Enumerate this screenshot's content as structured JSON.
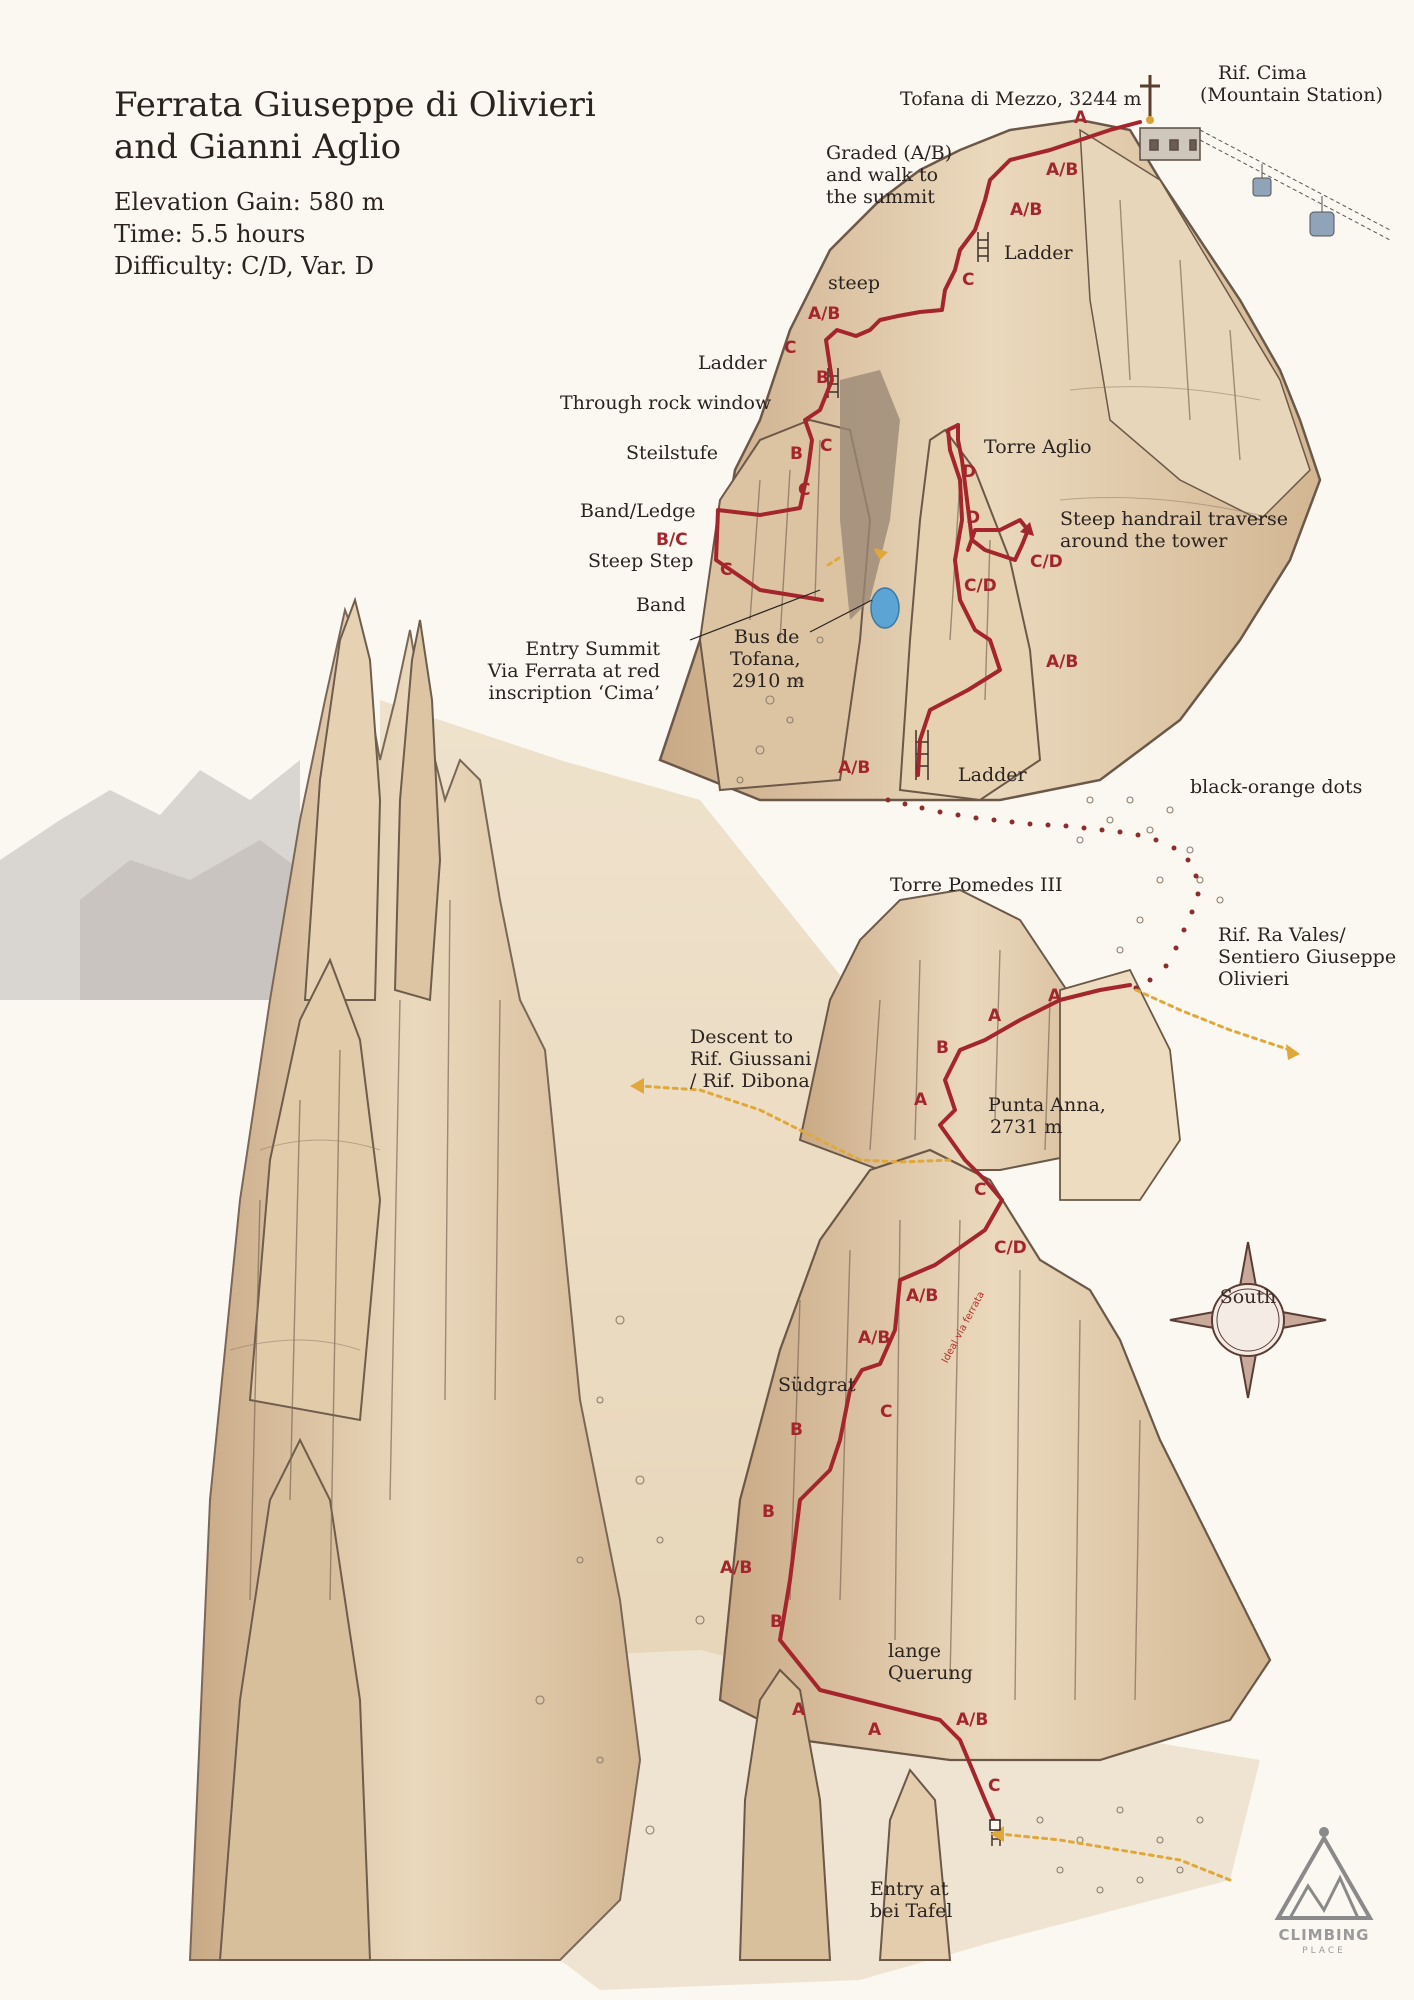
{
  "title": {
    "line1": "Ferrata Giuseppe di Olivieri",
    "line2": "and Gianni Aglio"
  },
  "info": {
    "elevation": "Elevation Gain: 580 m",
    "time": "Time: 5.5 hours",
    "difficulty": "Difficulty: C/D, Var. D"
  },
  "labels": {
    "rif_cima_1": "Rif. Cima",
    "rif_cima_2": "(Mountain Station)",
    "tofana_summit": "Tofana di Mezzo, 3244 m",
    "graded_1": "Graded (A/B)",
    "graded_2": "and walk to",
    "graded_3": "the summit",
    "ladder_top": "Ladder",
    "steep": "steep",
    "ladder_mid": "Ladder",
    "rock_window": "Through rock window",
    "steilstufe": "Steilstufe",
    "band_ledge": "Band/Ledge",
    "steep_step": "Steep Step",
    "band": "Band",
    "torre_aglio": "Torre Aglio",
    "handrail_1": "Steep handrail traverse",
    "handrail_2": "around the tower",
    "entry_summit_1": "Entry Summit",
    "entry_summit_2": "Via Ferrata at red",
    "entry_summit_3": "inscription ‘Cima’",
    "bus_1": "Bus de",
    "bus_2": "Tofana,",
    "bus_3": "2910 m",
    "ladder_low": "Ladder",
    "dots": "black-orange dots",
    "torre_pomedes": "Torre Pomedes III",
    "rif_ra_vales_1": "Rif. Ra Vales/",
    "rif_ra_vales_2": "Sentiero Giuseppe",
    "rif_ra_vales_3": "Olivieri",
    "descent_1": "Descent to",
    "descent_2": "Rif. Giussani",
    "descent_3": "/ Rif. Dibona",
    "punta_anna_1": "Punta Anna,",
    "punta_anna_2": "2731 m",
    "sudgrat": "Südgrat",
    "lange_1": "lange",
    "lange_2": "Querung",
    "entry_1": "Entry at",
    "entry_2": "bei Tafel",
    "rock_note": "Ideal via ferrata"
  },
  "grades": [
    "A",
    "A/B",
    "A/B",
    "C",
    "A/B",
    "C",
    "B",
    "B",
    "C",
    "C",
    "B/C",
    "C",
    "D",
    "D",
    "C/D",
    "C/D",
    "A/B",
    "A/B",
    "A",
    "A",
    "B",
    "A",
    "C",
    "C/D",
    "A/B",
    "A/B",
    "C",
    "B",
    "B",
    "A/B",
    "B",
    "A",
    "A",
    "A/B",
    "C"
  ],
  "compass": {
    "label": "South"
  },
  "logo": {
    "name": "CLIMBING",
    "sub": "PLACE"
  },
  "colors": {
    "route": "#a4262c",
    "trail_dots": "#e0a83a",
    "marked_dots": "#8c2c2c",
    "rock_light": "#ead8bd",
    "rock_mid": "#d4b791",
    "rock_dark": "#7a6757",
    "background": "#fbf8f1"
  },
  "icons": [
    "summit-cross-icon",
    "cable-car-icon",
    "compass-rose-icon",
    "climbing-place-logo-icon",
    "lake-icon",
    "ladder-icon"
  ]
}
